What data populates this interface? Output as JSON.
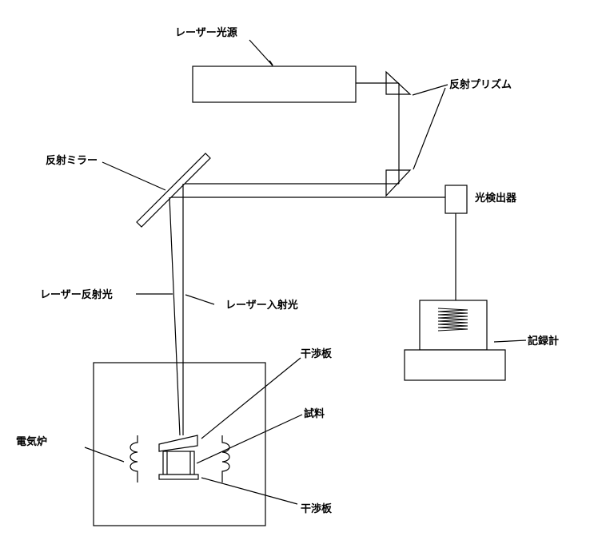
{
  "labels": {
    "laser_source": "レーザー光源",
    "reflecting_prism": "反射プリズム",
    "reflecting_mirror": "反射ミラー",
    "photodetector": "光検出器",
    "laser_reflected_light": "レーザー反射光",
    "laser_incident_light": "レーザー入射光",
    "recorder": "記録計",
    "interference_plate_top": "干渉板",
    "sample": "試料",
    "electric_furnace": "電気炉",
    "interference_plate_bottom": "干渉板"
  },
  "colors": {
    "line": "#000000",
    "background": "#ffffff"
  }
}
